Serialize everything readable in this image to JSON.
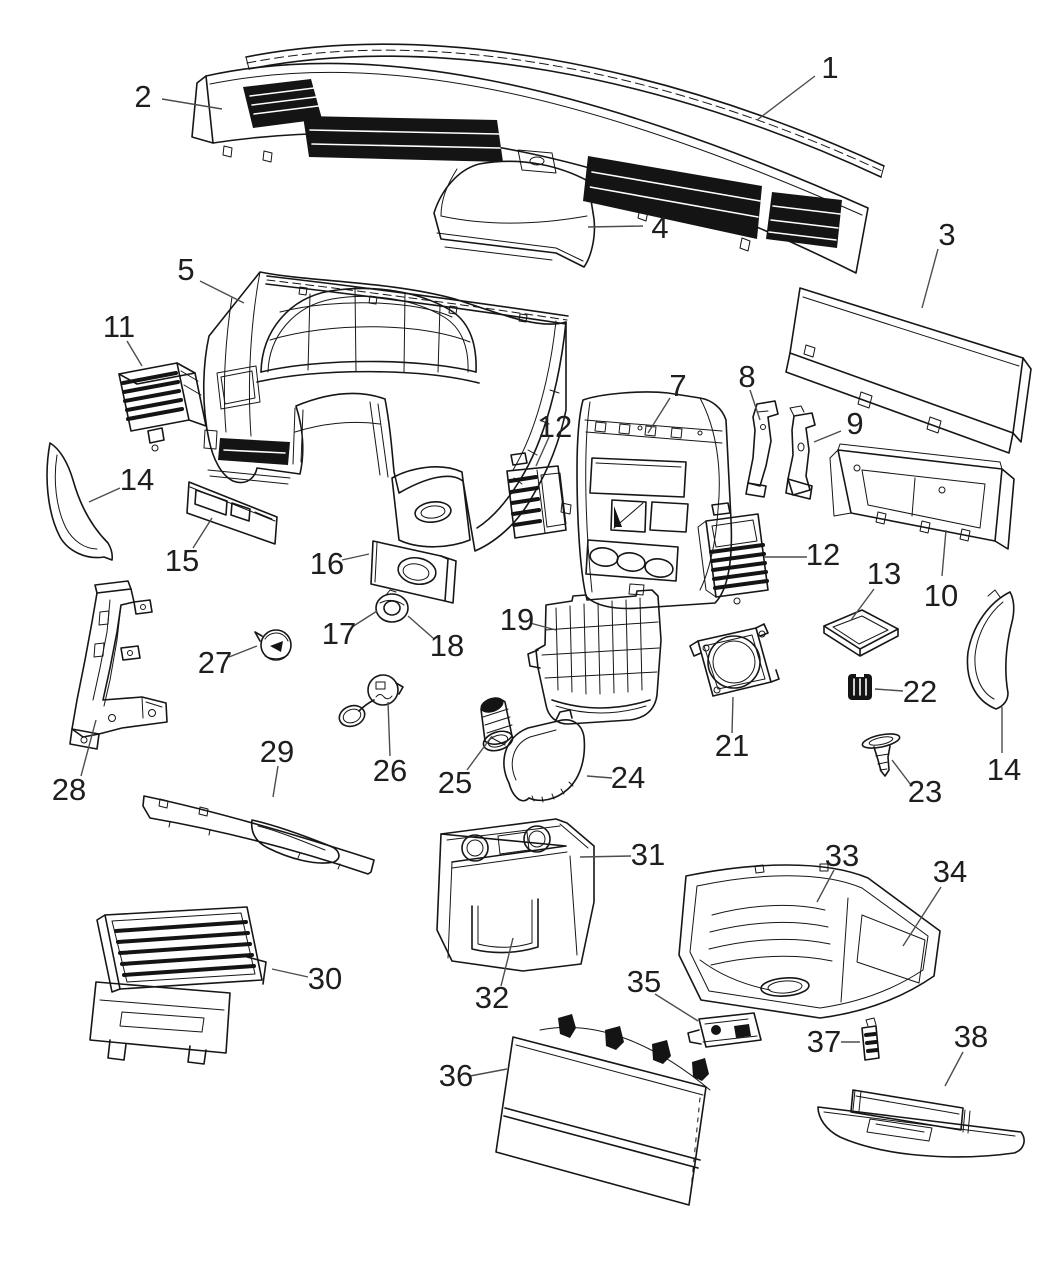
{
  "palette": {
    "background": "#ffffff",
    "line_art": "#161616",
    "leader_line": "#4d4d4d",
    "label_text": "#1e1e1e"
  },
  "callouts": [
    {
      "label": "1"
    },
    {
      "label": "2"
    },
    {
      "label": "3"
    },
    {
      "label": "4"
    },
    {
      "label": "5"
    },
    {
      "label": "7"
    },
    {
      "label": "8"
    },
    {
      "label": "9"
    },
    {
      "label": "10"
    },
    {
      "label": "11"
    },
    {
      "label": "12"
    },
    {
      "label": "12"
    },
    {
      "label": "13"
    },
    {
      "label": "14"
    },
    {
      "label": "14"
    },
    {
      "label": "15"
    },
    {
      "label": "16"
    },
    {
      "label": "17"
    },
    {
      "label": "18"
    },
    {
      "label": "19"
    },
    {
      "label": "21"
    },
    {
      "label": "22"
    },
    {
      "label": "23"
    },
    {
      "label": "24"
    },
    {
      "label": "25"
    },
    {
      "label": "26"
    },
    {
      "label": "27"
    },
    {
      "label": "28"
    },
    {
      "label": "29"
    },
    {
      "label": "30"
    },
    {
      "label": "31"
    },
    {
      "label": "32"
    },
    {
      "label": "33"
    },
    {
      "label": "34"
    },
    {
      "label": "35"
    },
    {
      "label": "36"
    },
    {
      "label": "37"
    },
    {
      "label": "38"
    }
  ]
}
